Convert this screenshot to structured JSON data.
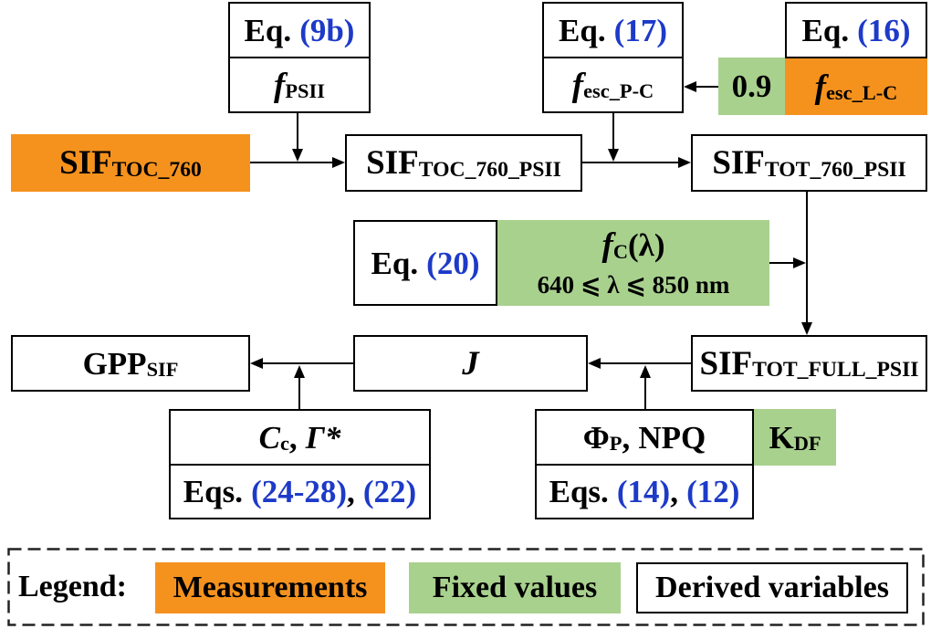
{
  "colors": {
    "measurement": "#f5921e",
    "fixed_value": "#a9d18e",
    "equation_reference": "#1d3ac8"
  },
  "nodes": {
    "eq_9b": {
      "label": "Eq.",
      "ref": "(9b)"
    },
    "f_psii": {
      "symbol": "f",
      "sub": "PSII"
    },
    "eq_17": {
      "label": "Eq.",
      "ref": "(17)"
    },
    "f_esc_pc": {
      "symbol": "f",
      "sub": "esc_P-C"
    },
    "fixed_value": {
      "value": "0.9"
    },
    "eq_16": {
      "label": "Eq.",
      "ref": "(16)"
    },
    "f_esc_lc": {
      "symbol": "f",
      "sub": "esc_L-C"
    },
    "sif_toc_760": {
      "symbol": "SIF",
      "sub": "TOC_760"
    },
    "sif_toc_760_psii": {
      "symbol": "SIF",
      "sub": "TOC_760_PSII"
    },
    "sif_tot_760_psii": {
      "symbol": "SIF",
      "sub": "TOT_760_PSII"
    },
    "eq_20": {
      "label": "Eq.",
      "ref": "(20)"
    },
    "f_c": {
      "symbol": "f",
      "sub": "C",
      "arg": "(λ)",
      "range": "640 ⩽ λ ⩽ 850 nm"
    },
    "gpp_sif": {
      "symbol": "GPP",
      "sub": "SIF"
    },
    "j": {
      "symbol": "J"
    },
    "sif_tot_full_psii": {
      "symbol": "SIF",
      "sub": "TOT_FULL_PSII"
    },
    "cc_gamma": {
      "symbol": "C",
      "sub": "c",
      "sep": ",",
      "symbol2": "Γ*"
    },
    "eqs_24_28_22": {
      "label": "Eqs.",
      "ref1": "(24-28)",
      "sep": ",",
      "ref2": "(22)"
    },
    "phi_npq": {
      "symbol": "Φ",
      "sub": "P",
      "sep": ",",
      "rest": "NPQ"
    },
    "k_df": {
      "symbol": "K",
      "sub": "DF"
    },
    "eqs_14_12": {
      "label": "Eqs.",
      "ref1": "(14)",
      "sep": ",",
      "ref2": "(12)"
    }
  },
  "legend": {
    "title": "Legend:",
    "measurements": "Measurements",
    "fixed_values": "Fixed values",
    "derived_variables": "Derived variables"
  }
}
